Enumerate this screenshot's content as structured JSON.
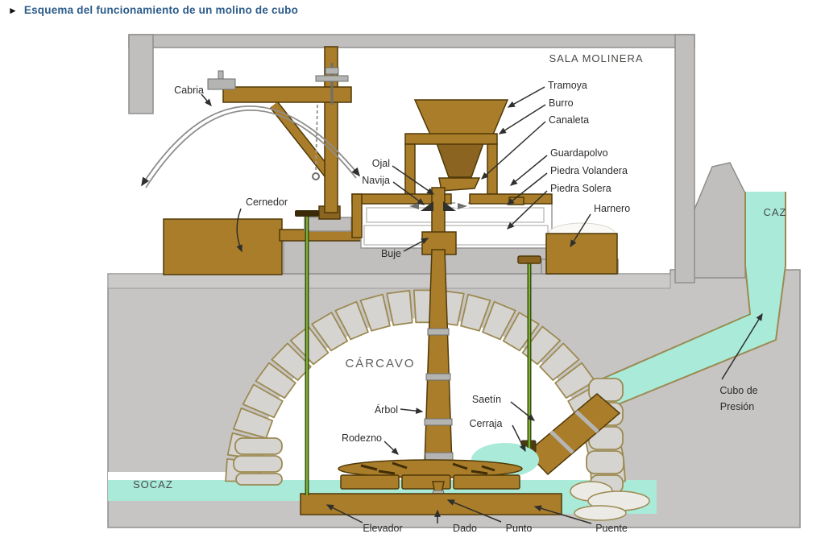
{
  "header": {
    "bullet": "►",
    "title": "Esquema del funcionamiento de un molino de cubo"
  },
  "diagram": {
    "room_label": "SALA MOLINERA",
    "labels": {
      "cabria": "Cabria",
      "cernedor": "Cernedor",
      "ojal": "Ojal",
      "navija": "Navija",
      "buje": "Buje",
      "tramoya": "Tramoya",
      "burro": "Burro",
      "canaleta": "Canaleta",
      "guardapolvo": "Guardapolvo",
      "piedra_volandera": "Piedra Volandera",
      "piedra_solera": "Piedra Solera",
      "harnero": "Harnero",
      "caz": "CAZ",
      "cubo_de_presion_line1": "Cubo de",
      "cubo_de_presion_line2": "Presión",
      "carcavo": "CÁRCAVO",
      "arbol": "Árbol",
      "rodezno": "Rodezno",
      "saetin": "Saetín",
      "cerraja": "Cerraja",
      "socaz": "SOCAZ",
      "elevador": "Elevador",
      "dado": "Dado",
      "punto": "Punto",
      "puente": "Puente"
    },
    "colors": {
      "wood": "#aa7d2a",
      "wood_dark": "#503a08",
      "water": "#a9ead9",
      "wall_gray": "#c0bfbd",
      "stone": "#d6d4d0",
      "stone_outline": "#9c8a52",
      "label_ink": "#2c2c2c",
      "title_blue": "#2d5c8a"
    }
  }
}
